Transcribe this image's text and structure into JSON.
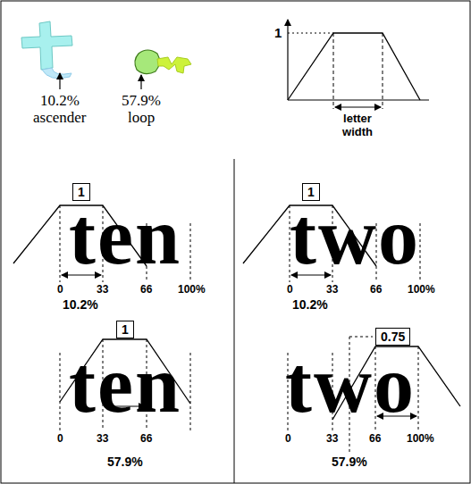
{
  "diagram": {
    "nodes": [
      {
        "text": [
          "1"
        ]
      },
      {
        "text": [
          "1"
        ]
      },
      {
        "text": [
          "1"
        ]
      },
      {
        "text": [
          "0.75"
        ]
      }
    ],
    "labels": [
      "10.2%",
      "ascender",
      "57.9%",
      "loop",
      "1",
      "letter width",
      "ten",
      "0",
      "33",
      "66",
      "100%",
      "10.2%",
      "two",
      "0",
      "33",
      "66",
      "100%",
      "10.2%",
      "ten",
      "0",
      "33",
      "66",
      "57.9%",
      "two",
      "0",
      "33",
      "66",
      "100%",
      "57.9%"
    ]
  }
}
